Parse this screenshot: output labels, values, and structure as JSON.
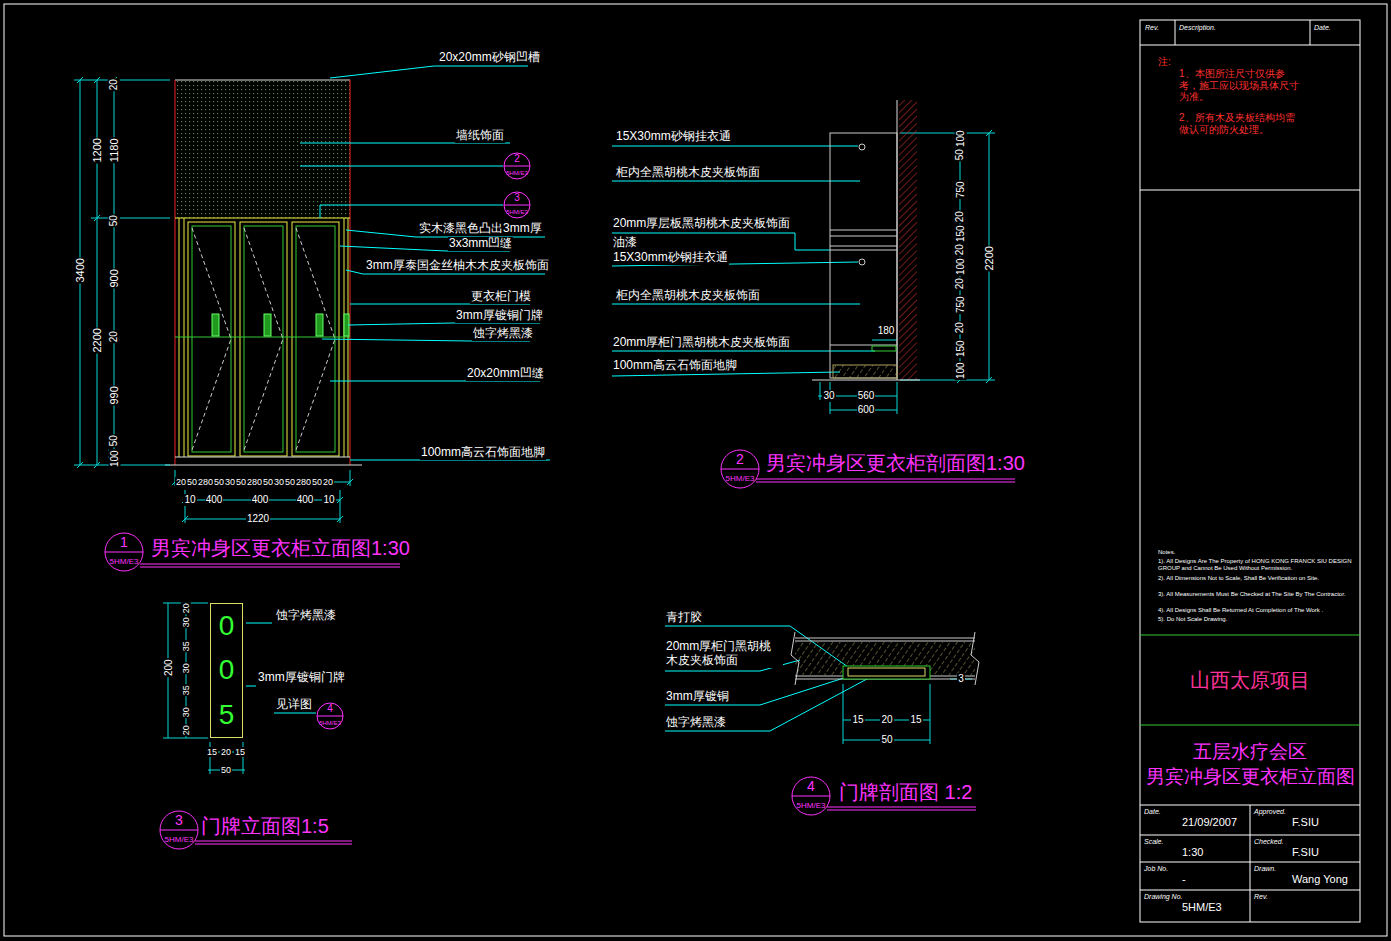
{
  "diagram": {
    "nodes": [
      {
        "text": [
          "Rev."
        ]
      },
      {
        "text": [
          "Description."
        ]
      },
      {
        "text": [
          "Date."
        ]
      },
      {
        "text": [
          "山西太原项目"
        ]
      },
      {
        "text": [
          "五层水疗会区",
          "男宾冲身区更衣柜立面图"
        ]
      },
      {
        "text": [
          "Date.",
          "21/09/2007"
        ]
      },
      {
        "text": [
          "Approved.",
          "F.SIU"
        ]
      },
      {
        "text": [
          "Scale.",
          "1:30"
        ]
      },
      {
        "text": [
          "Checked.",
          "F.SIU"
        ]
      },
      {
        "text": [
          "Job No.",
          "-"
        ]
      },
      {
        "text": [
          "Drawn.",
          "Wang Yong"
        ]
      },
      {
        "text": [
          "Drawing No.",
          "5HM/E3"
        ]
      },
      {
        "text": [
          "Rev."
        ]
      },
      {
        "text": [
          "1",
          "5HM/E3"
        ]
      },
      {
        "text": [
          "2",
          "5HM/E3"
        ]
      },
      {
        "text": [
          "3",
          "5HM/E3"
        ]
      },
      {
        "text": [
          "2",
          "5HM/E3"
        ]
      },
      {
        "text": [
          "4",
          "5HM/E3"
        ]
      },
      {
        "text": [
          "3",
          "5HM/E3"
        ]
      },
      {
        "text": [
          "4",
          "5HM/E3"
        ]
      },
      {
        "text": [
          "0",
          "0",
          "5"
        ]
      }
    ],
    "labels": [
      "20x20mm砂钢凹槽",
      "墙纸饰面",
      "实木漆黑色凸出3mm厚",
      "3x3mm凹缝",
      "3mm厚泰国金丝柚木木皮夹板饰面",
      "更衣柜门模",
      "3mm厚镀铜门牌",
      "蚀字烤黑漆",
      "20x20mm凹缝",
      "100mm高云石饰面地脚",
      "3400",
      "1200",
      "2200",
      "20",
      "1180",
      "50",
      "900",
      "20",
      "990",
      "50",
      "100",
      "20",
      "50",
      "280",
      "50",
      "30",
      "50",
      "280",
      "50",
      "30",
      "50",
      "280",
      "50",
      "20",
      "10",
      "400",
      "400",
      "400",
      "10",
      "1220",
      "男宾冲身区更衣柜立面图1:30",
      "15X30mm砂钢挂衣通",
      "柜内全黑胡桃木皮夹板饰面",
      "20mm厚层板黑胡桃木皮夹板饰面",
      "油漆",
      "15X30mm砂钢挂衣通",
      "柜内全黑胡桃木皮夹板饰面",
      "20mm厚柜门黑胡桃木皮夹板饰面",
      "100mm高云石饰面地脚",
      "100",
      "50",
      "750",
      "20",
      "150",
      "20",
      "100",
      "20",
      "750",
      "20",
      "150",
      "100",
      "2200",
      "180",
      "30",
      "560",
      "600",
      "男宾冲身区更衣柜剖面图1:30",
      "200",
      "20",
      "30",
      "35",
      "30",
      "35",
      "30",
      "20",
      "15",
      "20",
      "15",
      "50",
      "蚀字烤黑漆",
      "3mm厚镀铜门牌",
      "见详图",
      "门牌立面图1:5",
      "青打胶",
      "20mm厚柜门黑胡桃木皮夹板饰面",
      "3mm厚镀铜",
      "蚀字烤黑漆",
      "15",
      "20",
      "15",
      "50",
      "3",
      "门牌剖面图 1:2",
      "注:",
      "1、本图所注尺寸仅供参考，施工应以现场具体尺寸为准。",
      "2、所有木及夹板结构均需做认可的防火处理。",
      "Notes.",
      "1). All Designs Are The Property of HONG KONG FRANCK SIU DESIGN GROUP and Cannot Be Used Without Permission.",
      "2). All Dimensions Not to Scale, Shall Be Verification on Site.",
      "3). All Measurements Must Be Checked at The Site By The Contractor.",
      "4). All Designs Shall Be Returned At Completion of The Work .",
      "5). Do Not Scale Drawing."
    ]
  }
}
